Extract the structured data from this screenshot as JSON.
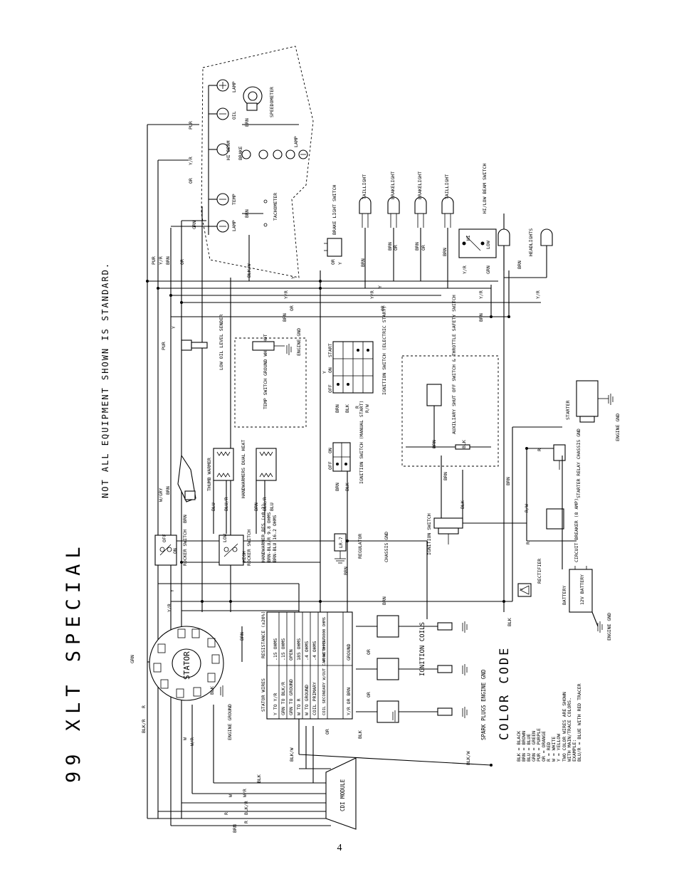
{
  "title": "99 XLT SPECIAL",
  "note": "NOT ALL EQUIPMENT SHOWN IS STANDARD.",
  "page_number": "4",
  "colors": {
    "ink": "#000000",
    "paper": "#ffffff"
  },
  "color_code": {
    "heading": "COLOR CODE",
    "entries": [
      "BLK = BLACK",
      "BRN = BROWN",
      "BLU = BLUE",
      "GRN = GREEN",
      "PUR = PURPLE",
      "OR = ORANGE",
      "R = RED",
      "W = WHITE",
      "Y = YELLOW"
    ],
    "notes": [
      "TWO COLOR WIRES ARE SHOWN",
      "WITH MAIN/TRACE COLORS.",
      "EXAMPLE:",
      "BLU/R = BLUE WITH RED TRACER"
    ]
  },
  "resistance_table": {
    "headers": [
      "STATOR WIRES",
      "RESISTANCE (±20%)"
    ],
    "rows": [
      [
        "Y TO Y/R",
        ".15 OHMS"
      ],
      [
        "GRN TO BLK/R",
        ".15 OHMS"
      ],
      [
        "GRN TO GROUND",
        "OPEN"
      ],
      [
        "W TO R",
        "185 OHMS"
      ],
      [
        "W TO GROUND",
        ".4 OHMS"
      ],
      [
        "COIL PRIMARY",
        ".4 OHMS"
      ],
      [
        "COIL SECONDARY W/OUT CAP WITH CAP",
        "4000 OHMS 9000 OHMS"
      ],
      [
        "Y/R OR BRN",
        "GROUND"
      ]
    ]
  },
  "components": {
    "stator": "STATOR",
    "engine_ground": "ENGINE GROUND",
    "cdi_module": "CDI MODULE",
    "ignition_coils": "IGNITION COILS",
    "spark_plugs": "SPARK PLUGS ENGINE GND",
    "rocker_switch_1": "ROCKER SWITCH",
    "rocker_switch_2": "ROCKER SWITCH",
    "thumb_warmer": "THUMB WARMER",
    "handwarmers": "HANDWARMERS DUAL HEAT",
    "handwarmer_res": "HANDWARMER RES (±0.3)",
    "handwarmer_res_1": "BRN-BLU/R 9.8 OHMS",
    "handwarmer_res_2": "BRN-BLU 16.2 OHMS",
    "regulator": "REGULATOR",
    "regulator_part": "LR-7",
    "chassis_gnd": "CHASSIS GND",
    "ignition_switch_manual": "IGNITION SWITCH (MANUAL START)",
    "ignition_switch_electric": "IGNITION SWITCH (ELECTRIC START)",
    "aux_shutoff": "AUXILIARY SHUT OFF SWITCH & THROTTLE SAFETY SWITCH",
    "temp_switch": "TEMP SWITCH GROUND WHEN HOT",
    "engine_gnd_box": "ENGINE GND",
    "low_oil": "LOW OIL LEVEL SENDER",
    "brake_light_switch": "BRAKE LIGHT SWITCH",
    "taillight_1": "TAILLIGHT",
    "brakelight_1": "BRAKELIGHT",
    "brakelight_2": "BRAKELIGHT",
    "taillight_2": "TAILLIGHT",
    "hi_low_beam": "HI/LOW BEAM SWITCH",
    "headlights": "HEADLIGHTS",
    "hi": "HI",
    "low": "LOW",
    "starter": "STARTER",
    "engine_gnd": "ENGINE GND",
    "starter_relay": "STARTER RELAY CHASSIS GND",
    "ignition_switch": "IGNITION SWITCH",
    "circuit_breaker": "CIRCUIT BREAKER (8 AMP)",
    "rectifier": "RECTIFIER",
    "battery": "BATTERY",
    "battery_12v": "12V BATTERY",
    "speedometer": "SPEEDOMETER",
    "tachometer": "TACHOMETER",
    "lamp": "LAMP",
    "oil": "OIL",
    "hi_beam": "HI BEAM",
    "brake": "BRAKE",
    "temp": "TEMP"
  },
  "switch_labels": {
    "off": "OFF",
    "on": "ON",
    "start": "START",
    "low": "LOW",
    "high": "HIGH"
  },
  "wire_labels": {
    "brn": "BRN",
    "blk": "BLK",
    "grn": "GRN",
    "r": "R",
    "w": "W",
    "y": "Y",
    "or": "OR",
    "pur": "PUR",
    "blu": "BLU",
    "blk_r": "BLK/R",
    "blk_w": "BLK/W",
    "w_r": "W/R",
    "y_r": "Y/R",
    "r_w": "R/W",
    "blu_r": "BLU/R",
    "w_gry": "W/GRY"
  }
}
